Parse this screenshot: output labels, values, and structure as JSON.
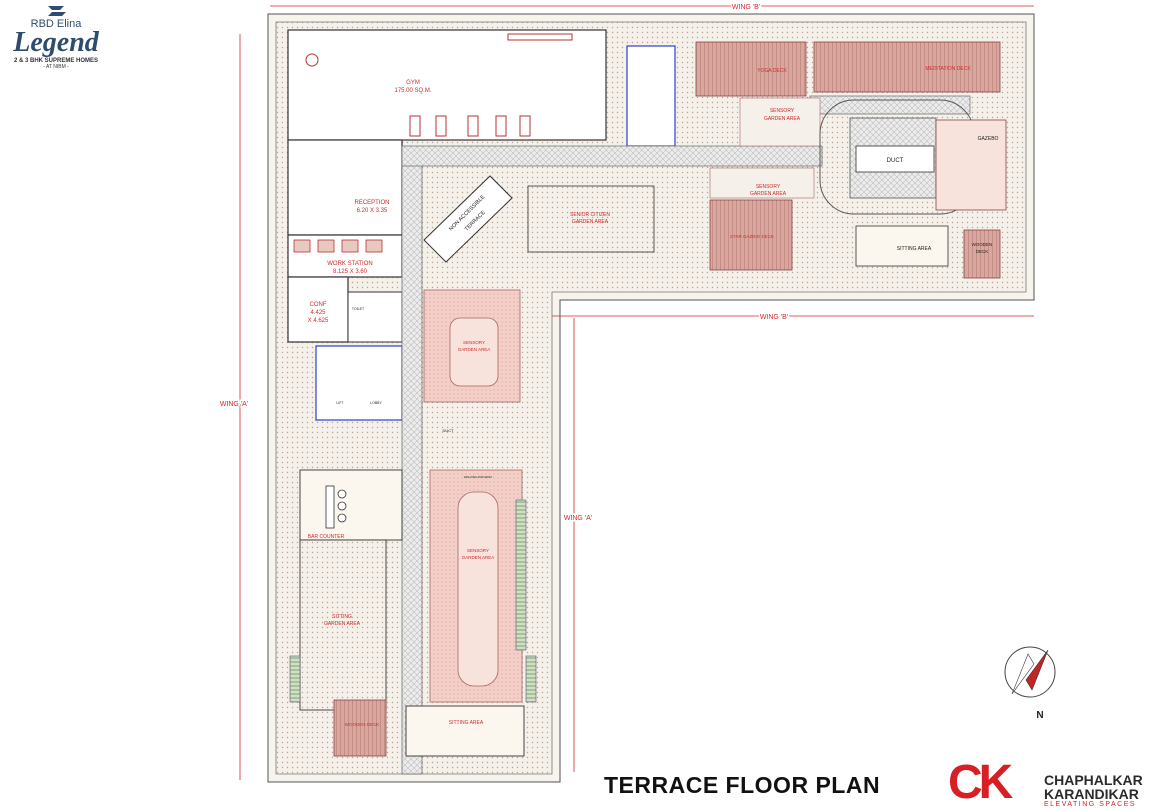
{
  "brand": {
    "name": "RBD Elina",
    "project": "Legend",
    "tagline": "2 & 3 BHK SUPREME HOMES",
    "location": "- AT NIBM -"
  },
  "title": "TERRACE FLOOR PLAN",
  "architect": {
    "line1": "CHAPHALKAR",
    "line2": "KARANDIKAR",
    "tagline": "ELEVATING SPACES"
  },
  "wings": {
    "a": "WING 'A'",
    "b": "WING 'B'"
  },
  "north": "N",
  "spaces": {
    "gym": "GYM",
    "gym_area": "175.00 SQ.M.",
    "reception": "RECEPTION",
    "reception_size": "6.20 X 3.35",
    "work_station": "WORK STATION",
    "work_station_size": "8.125 X 3.60",
    "conf": "CONF",
    "conf_size1": "4.425",
    "conf_size2": "X 4.625",
    "toilet": "TOILET",
    "non_accessible": "NON ACCESSIBLE",
    "terrace": "TERRACE",
    "yoga_deck": "YOGA DECK",
    "meditation_deck": "MEDITATION DECK",
    "sensory_garden": "SENSORY",
    "garden_area": "GARDEN AREA",
    "senior_citizen": "SENIOR CITIZEN",
    "star_gazing_deck": "STAR GAZING DECK",
    "gazebo": "GAZEBO",
    "wooden_deck": "WOODEN",
    "deck": "DECK",
    "sitting_area": "SITTING AREA",
    "sitting": "SITTING",
    "bar_counter": "BAR COUNTER",
    "wooden_deck_full": "WOODEN DECK",
    "duct": "DUCT",
    "lift": "LIFT",
    "lobby": "LOBBY",
    "walking_pathway": "WALKING PATHWAY"
  }
}
